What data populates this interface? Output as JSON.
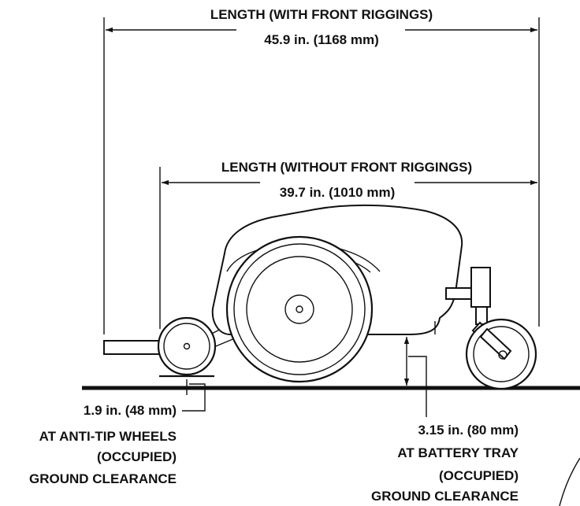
{
  "dimensions": {
    "length_with": {
      "label": "LENGTH (WITH FRONT RIGGINGS)",
      "value": "45.9 in. (1168 mm)"
    },
    "length_without": {
      "label": "LENGTH (WITHOUT FRONT RIGGINGS)",
      "value": "39.7 in. (1010 mm)"
    }
  },
  "notes": {
    "anti_tip": {
      "line1": "1.9 in. (48 mm)",
      "line2": "AT ANTI-TIP WHEELS",
      "line3": "(OCCUPIED)",
      "line4": "GROUND CLEARANCE"
    },
    "battery_tray": {
      "line1": "3.15 in. (80 mm)",
      "line2": "AT BATTERY TRAY",
      "line3": "(OCCUPIED)",
      "line4": "GROUND CLEARANCE"
    }
  }
}
